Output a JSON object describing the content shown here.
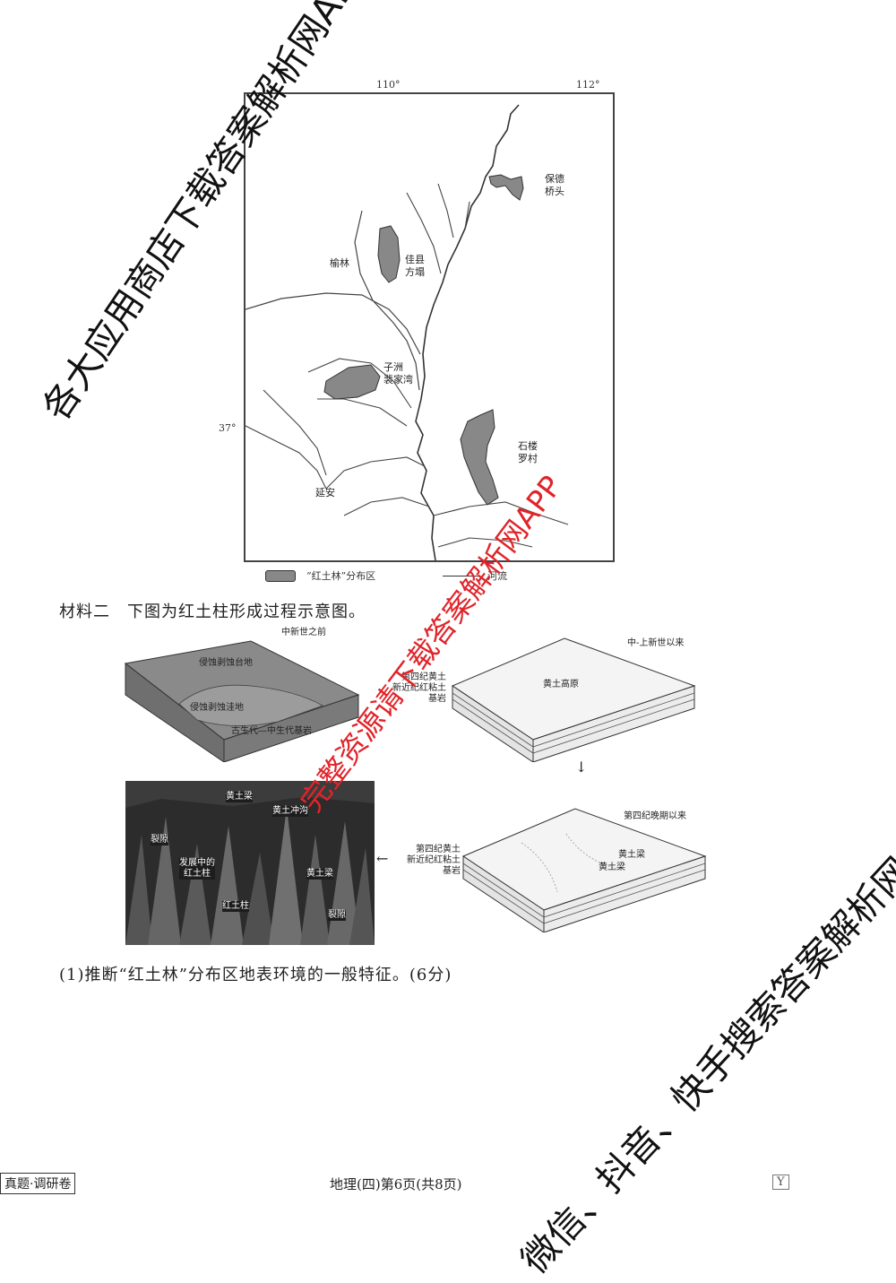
{
  "map": {
    "lon_labels": [
      "110°",
      "112°"
    ],
    "lat_labels": [
      "37°"
    ],
    "places": {
      "baode": [
        "保德",
        "桥头"
      ],
      "yulin": "榆林",
      "jiaxian": [
        "佳县",
        "方塌"
      ],
      "zizhou": [
        "子洲",
        "裴家湾"
      ],
      "shilou": [
        "石楼",
        "罗村"
      ],
      "yanan": "延安"
    },
    "legend": {
      "area_label": "“红土林”分布区",
      "river_label": "河流"
    }
  },
  "material2": {
    "caption": "材料二　下图为红土柱形成过程示意图。",
    "block1": {
      "title": "中新世之前",
      "plateau_label": "侵蚀剥蚀台地",
      "basin_label": "侵蚀剥蚀洼地",
      "bedrock_label": "古生代—中生代基岩"
    },
    "block2": {
      "title": "中-上新世以来",
      "surface_label": "黄土高原",
      "layers": [
        "第四纪黄土",
        "新近纪红粘土",
        "基岩"
      ]
    },
    "block3": {
      "title": "第四纪晚期以来",
      "ridge_labels": [
        "黄土梁",
        "黄土梁"
      ],
      "layers": [
        "第四纪黄土",
        "新近纪红粘土",
        "基岩"
      ]
    },
    "photo": {
      "labels": [
        "黄土梁",
        "黄土冲沟",
        "裂隙",
        "发展中的",
        "红土柱",
        "黄土梁",
        "红土柱",
        "裂隙"
      ]
    },
    "arrow_down": "↓",
    "arrow_left": "←"
  },
  "question": "(1)推断“红土林”分布区地表环境的一般特征。(6分)",
  "footer": {
    "left": "真题·调研卷",
    "center": "地理(四)第6页(共8页)",
    "right": "Y"
  },
  "watermarks": {
    "top_left": "各大应用商店下载答案解析网APP",
    "center_red": "完整资源请下载答案解析网APP",
    "bottom_right": "微信、抖音、快手搜索答案解析网"
  }
}
